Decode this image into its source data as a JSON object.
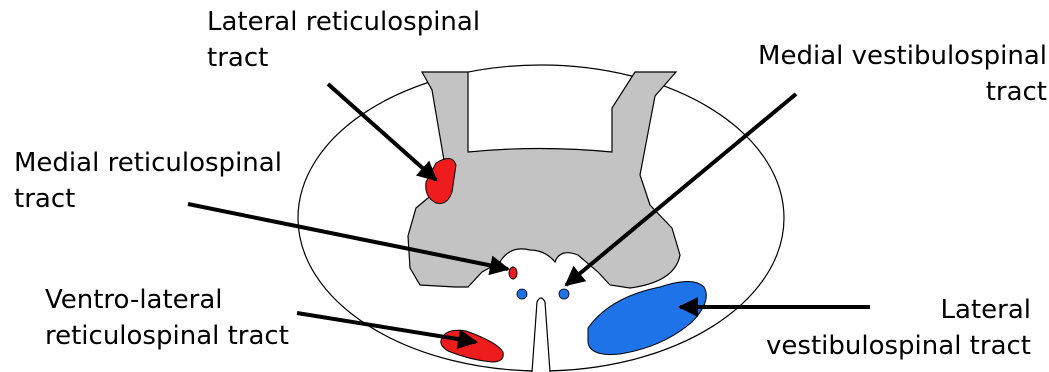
{
  "labels": {
    "lateral_reticulospinal": {
      "line1": "Lateral reticulospinal",
      "line2": "tract"
    },
    "medial_vestibulospinal": {
      "line1": "Medial vestibulospinal",
      "line2": "tract"
    },
    "medial_reticulospinal": {
      "line1": "Medial reticulospinal",
      "line2": "tract"
    },
    "ventrolateral_reticulospinal": {
      "line1": "Ventro-lateral",
      "line2": "reticulospinal tract"
    },
    "lateral_vestibulospinal": {
      "line1": "Lateral",
      "line2": "vestibulospinal tract"
    }
  },
  "colors": {
    "reticulospinal": "#ee1c1c",
    "vestibulospinal": "#1e73e8",
    "grey_matter": "#c3c3c3",
    "outline": "#000000"
  }
}
